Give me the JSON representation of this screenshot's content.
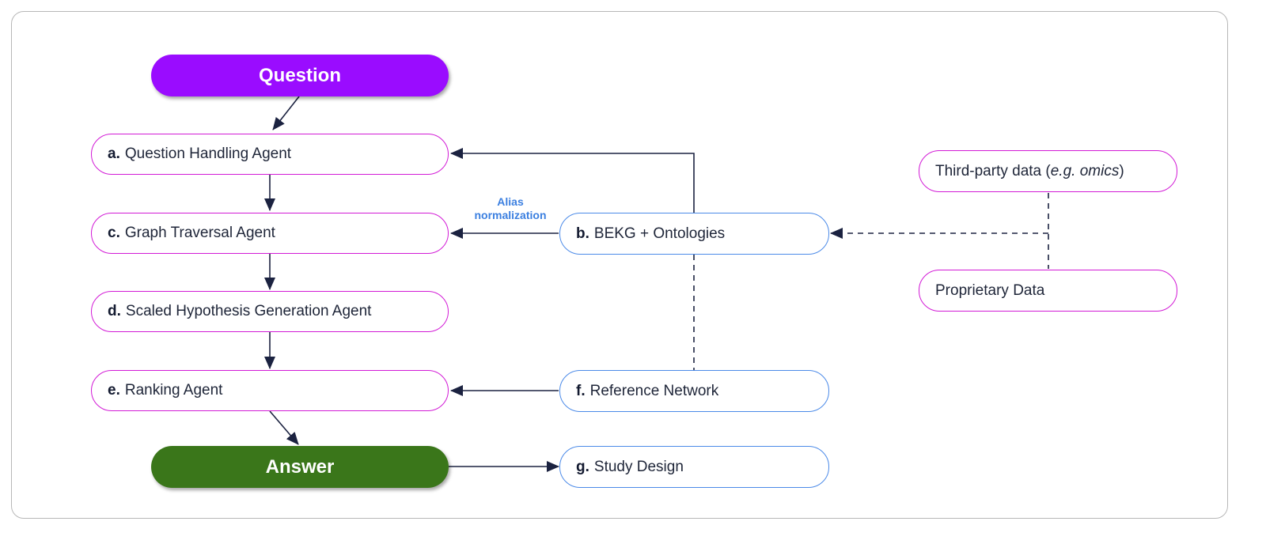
{
  "colors": {
    "question": "#9a0cff",
    "answer": "#3a761a",
    "agent_border": "#d21ad6",
    "resource_border": "#4b8ae8",
    "arrow": "#1b2240",
    "alias_label": "#3b7fe0"
  },
  "diagram": {
    "question": "Question",
    "answer": "Answer",
    "agents": [
      {
        "letter": "a.",
        "label": "Question Handling Agent"
      },
      {
        "letter": "c.",
        "label": "Graph Traversal Agent"
      },
      {
        "letter": "d.",
        "label": "Scaled Hypothesis Generation Agent"
      },
      {
        "letter": "e.",
        "label": "Ranking Agent"
      }
    ],
    "resources": [
      {
        "letter": "b.",
        "label": "BEKG + Ontologies"
      },
      {
        "letter": "f.",
        "label": "Reference Network"
      },
      {
        "letter": "g.",
        "label": "Study Design"
      }
    ],
    "data_sources": {
      "third_party": {
        "label": "Third-party data (",
        "italic": "e.g. omics",
        "suffix": ")"
      },
      "proprietary": {
        "label": "Proprietary Data"
      }
    },
    "edge_labels": {
      "alias_line1": "Alias",
      "alias_line2": "normalization"
    }
  }
}
